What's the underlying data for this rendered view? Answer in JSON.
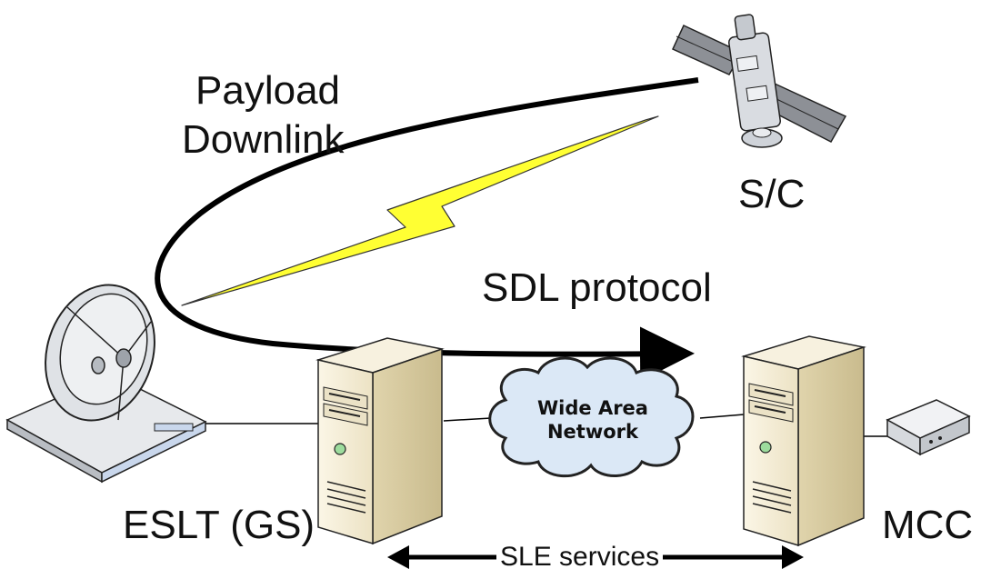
{
  "labels": {
    "payload_line1": "Payload",
    "payload_line2": "Downlink",
    "sc": "S/C",
    "sdl": "SDL protocol",
    "eslt": "ESLT (GS)",
    "mcc": "MCC",
    "wan_line1": "Wide Area",
    "wan_line2": "Network",
    "sle": "SLE services"
  },
  "icons": {
    "satellite": "satellite-icon",
    "dish": "ground-station-dish-icon",
    "server_left": "server-tower-icon",
    "server_right": "server-tower-icon",
    "cloud": "cloud-icon",
    "modem": "network-device-icon",
    "lightning": "lightning-bolt-icon"
  },
  "colors": {
    "lightning": "#ffff33",
    "cloud_fill": "#dbe8f6",
    "server_fill": "#f3ecd6",
    "line": "#000000"
  }
}
